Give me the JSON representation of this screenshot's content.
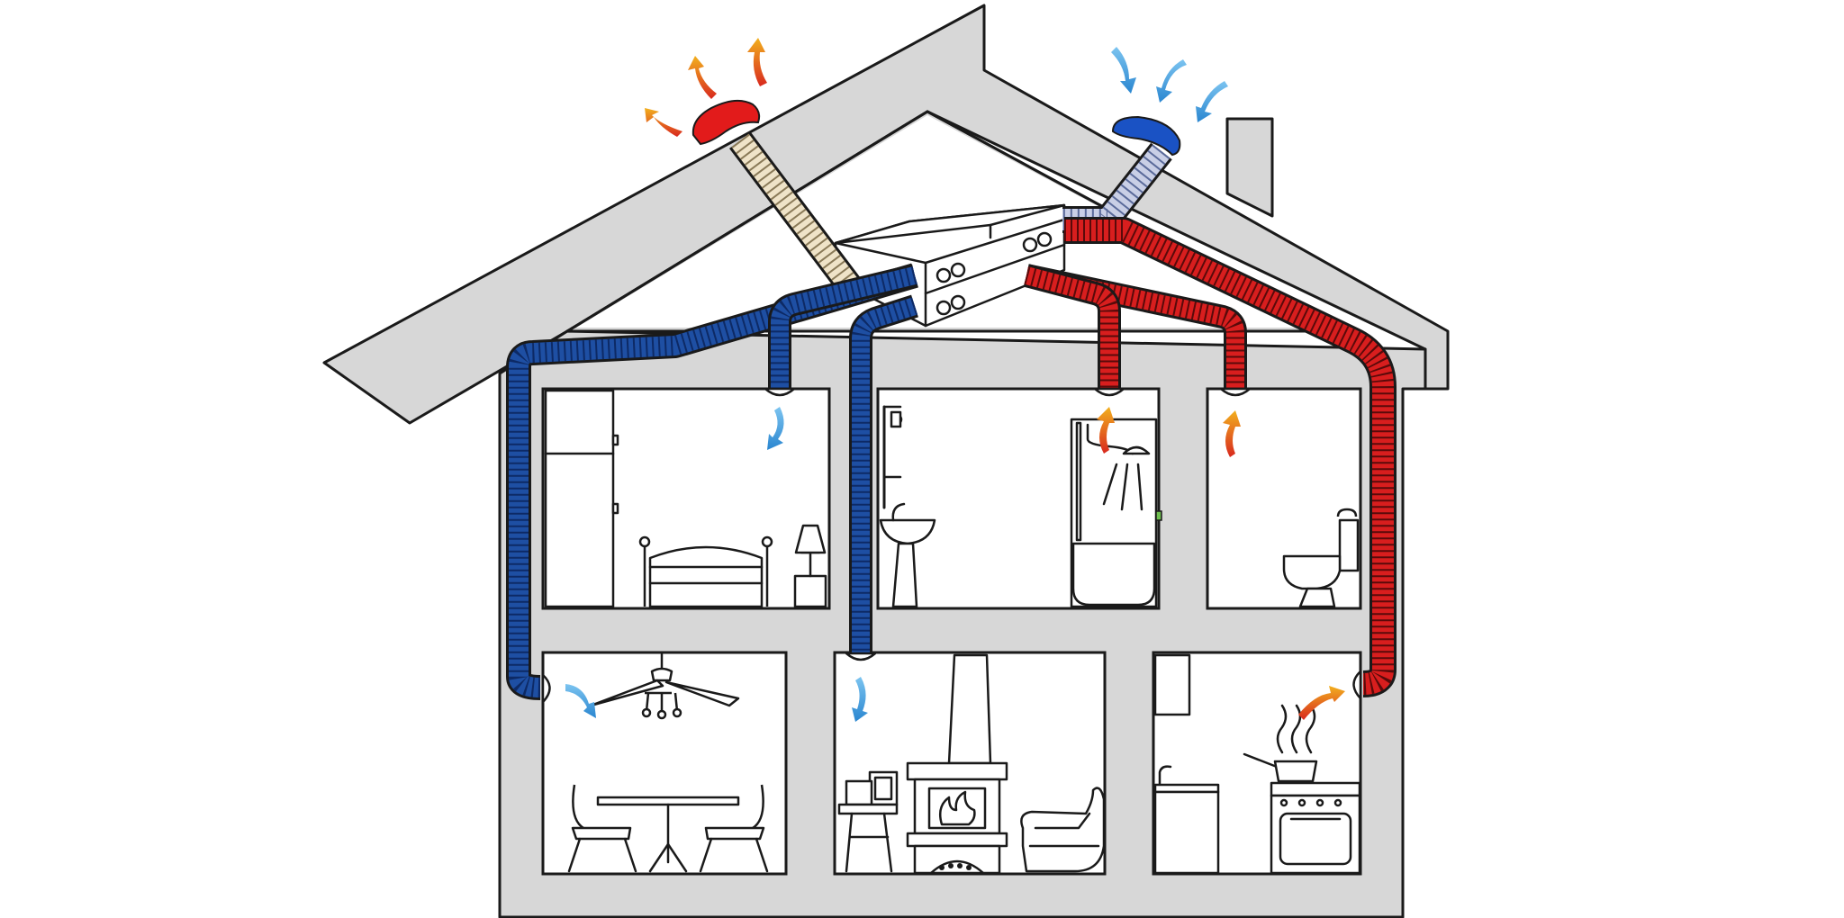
{
  "diagram": {
    "colors": {
      "background": "#ffffff",
      "wall": "#d7d7d7",
      "outline": "#1a1a1a",
      "supply_duct": "#1e4fa3",
      "extract_duct": "#d81e1e",
      "exhaust_duct": "#efe3c8",
      "intake_duct": "#c9cfe6",
      "supply_arrow": "#3aa0e0",
      "extract_arrow_top": "#f2b01e",
      "extract_arrow_bottom": "#d8281e"
    },
    "icons": {
      "exhaust_terminal": "red-roof-cap-icon",
      "intake_terminal": "blue-roof-cap-icon",
      "heat_recovery_unit": "ventilation-unit-icon",
      "supply_arrow": "blue-curved-arrow-icon",
      "extract_arrow": "orange-curved-arrow-icon"
    },
    "rooms": [
      {
        "id": "bedroom",
        "flow": "supply"
      },
      {
        "id": "bathroom",
        "flow": "extract"
      },
      {
        "id": "toilet",
        "flow": "extract"
      },
      {
        "id": "dining-room",
        "flow": "supply"
      },
      {
        "id": "living-room",
        "flow": "supply"
      },
      {
        "id": "kitchen",
        "flow": "extract"
      }
    ]
  }
}
